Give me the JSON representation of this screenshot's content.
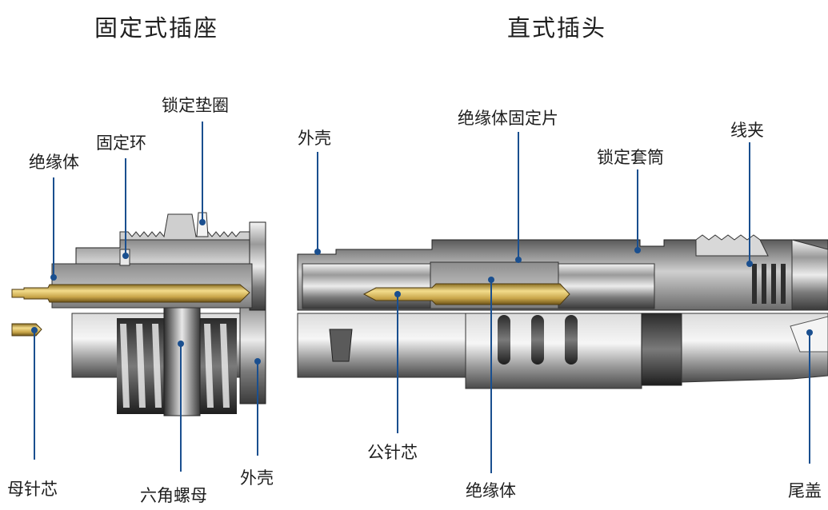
{
  "titles": {
    "socket": "固定式插座",
    "plug": "直式插头"
  },
  "labels": {
    "socket_insulator": "绝缘体",
    "socket_fixing_ring": "固定环",
    "socket_lock_washer": "锁定垫圈",
    "socket_female_contact": "母针芯",
    "socket_hex_nut": "六角螺母",
    "socket_shell": "外壳",
    "plug_shell": "外壳",
    "plug_insulator_retainer": "绝缘体固定片",
    "plug_locking_sleeve": "锁定套筒",
    "plug_cable_clamp": "线夹",
    "plug_male_contact": "公针芯",
    "plug_insulator": "绝缘体",
    "plug_end_cap": "尾盖"
  },
  "colors": {
    "leader_line": "#1a4f8f",
    "leader_dot": "#1a4f8f",
    "gold_contact": "#c9a64a",
    "metal_dark": "#3a3a3a",
    "metal_light": "#e0e0e0"
  }
}
